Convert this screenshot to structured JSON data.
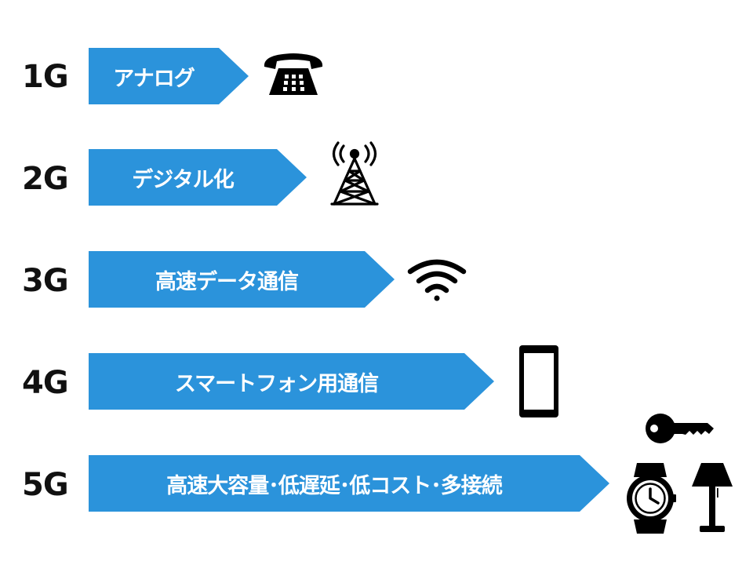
{
  "rows": [
    {
      "gen": "1G",
      "label": "アナログ",
      "icon": "telephone-icon"
    },
    {
      "gen": "2G",
      "label": "デジタル化",
      "icon": "antenna-tower-icon"
    },
    {
      "gen": "3G",
      "label": "高速データ通信",
      "icon": "wifi-icon"
    },
    {
      "gen": "4G",
      "label": "スマートフォン用通信",
      "icon": "smartphone-icon"
    },
    {
      "gen": "5G",
      "label": "高速大容量･低遅延･低コスト･多接続",
      "icon": [
        "key-icon",
        "wristwatch-icon",
        "floor-lamp-icon"
      ]
    }
  ],
  "colors": {
    "arrow": "#2b93db",
    "text": "#ffffff",
    "gen": "#111111"
  }
}
